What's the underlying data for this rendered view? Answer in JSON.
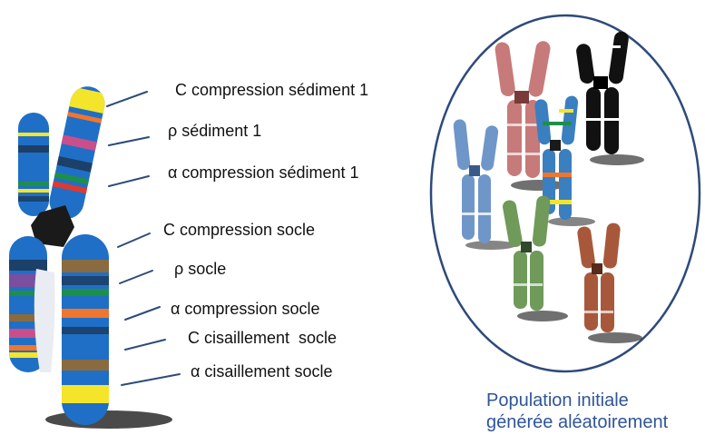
{
  "gene_labels": [
    "C compression sédiment 1",
    "ρ sédiment 1",
    "α compression sédiment 1",
    "C compression socle",
    "ρ socle",
    "α compression socle",
    "C cisaillement  socle",
    "α cisaillement socle"
  ],
  "population_caption": {
    "line1": "Population initiale",
    "line2": "générée aléatoirement"
  },
  "colors": {
    "chromosome_blue": "#1f6fc7",
    "leader_line": "#2e4a7a",
    "ellipse_border": "#2e4a7a",
    "caption": "#2f5597",
    "population": [
      "#6f96c8",
      "#c77a7a",
      "#3a7fbf",
      "#111111",
      "#6f9a5a",
      "#a8583a"
    ]
  },
  "stripe_colors": [
    "#f5e52a",
    "#f0762e",
    "#e0392f",
    "#7a4fa0",
    "#1e8f4a",
    "#8a6a3f",
    "#c94f8c",
    "#ffffff"
  ]
}
